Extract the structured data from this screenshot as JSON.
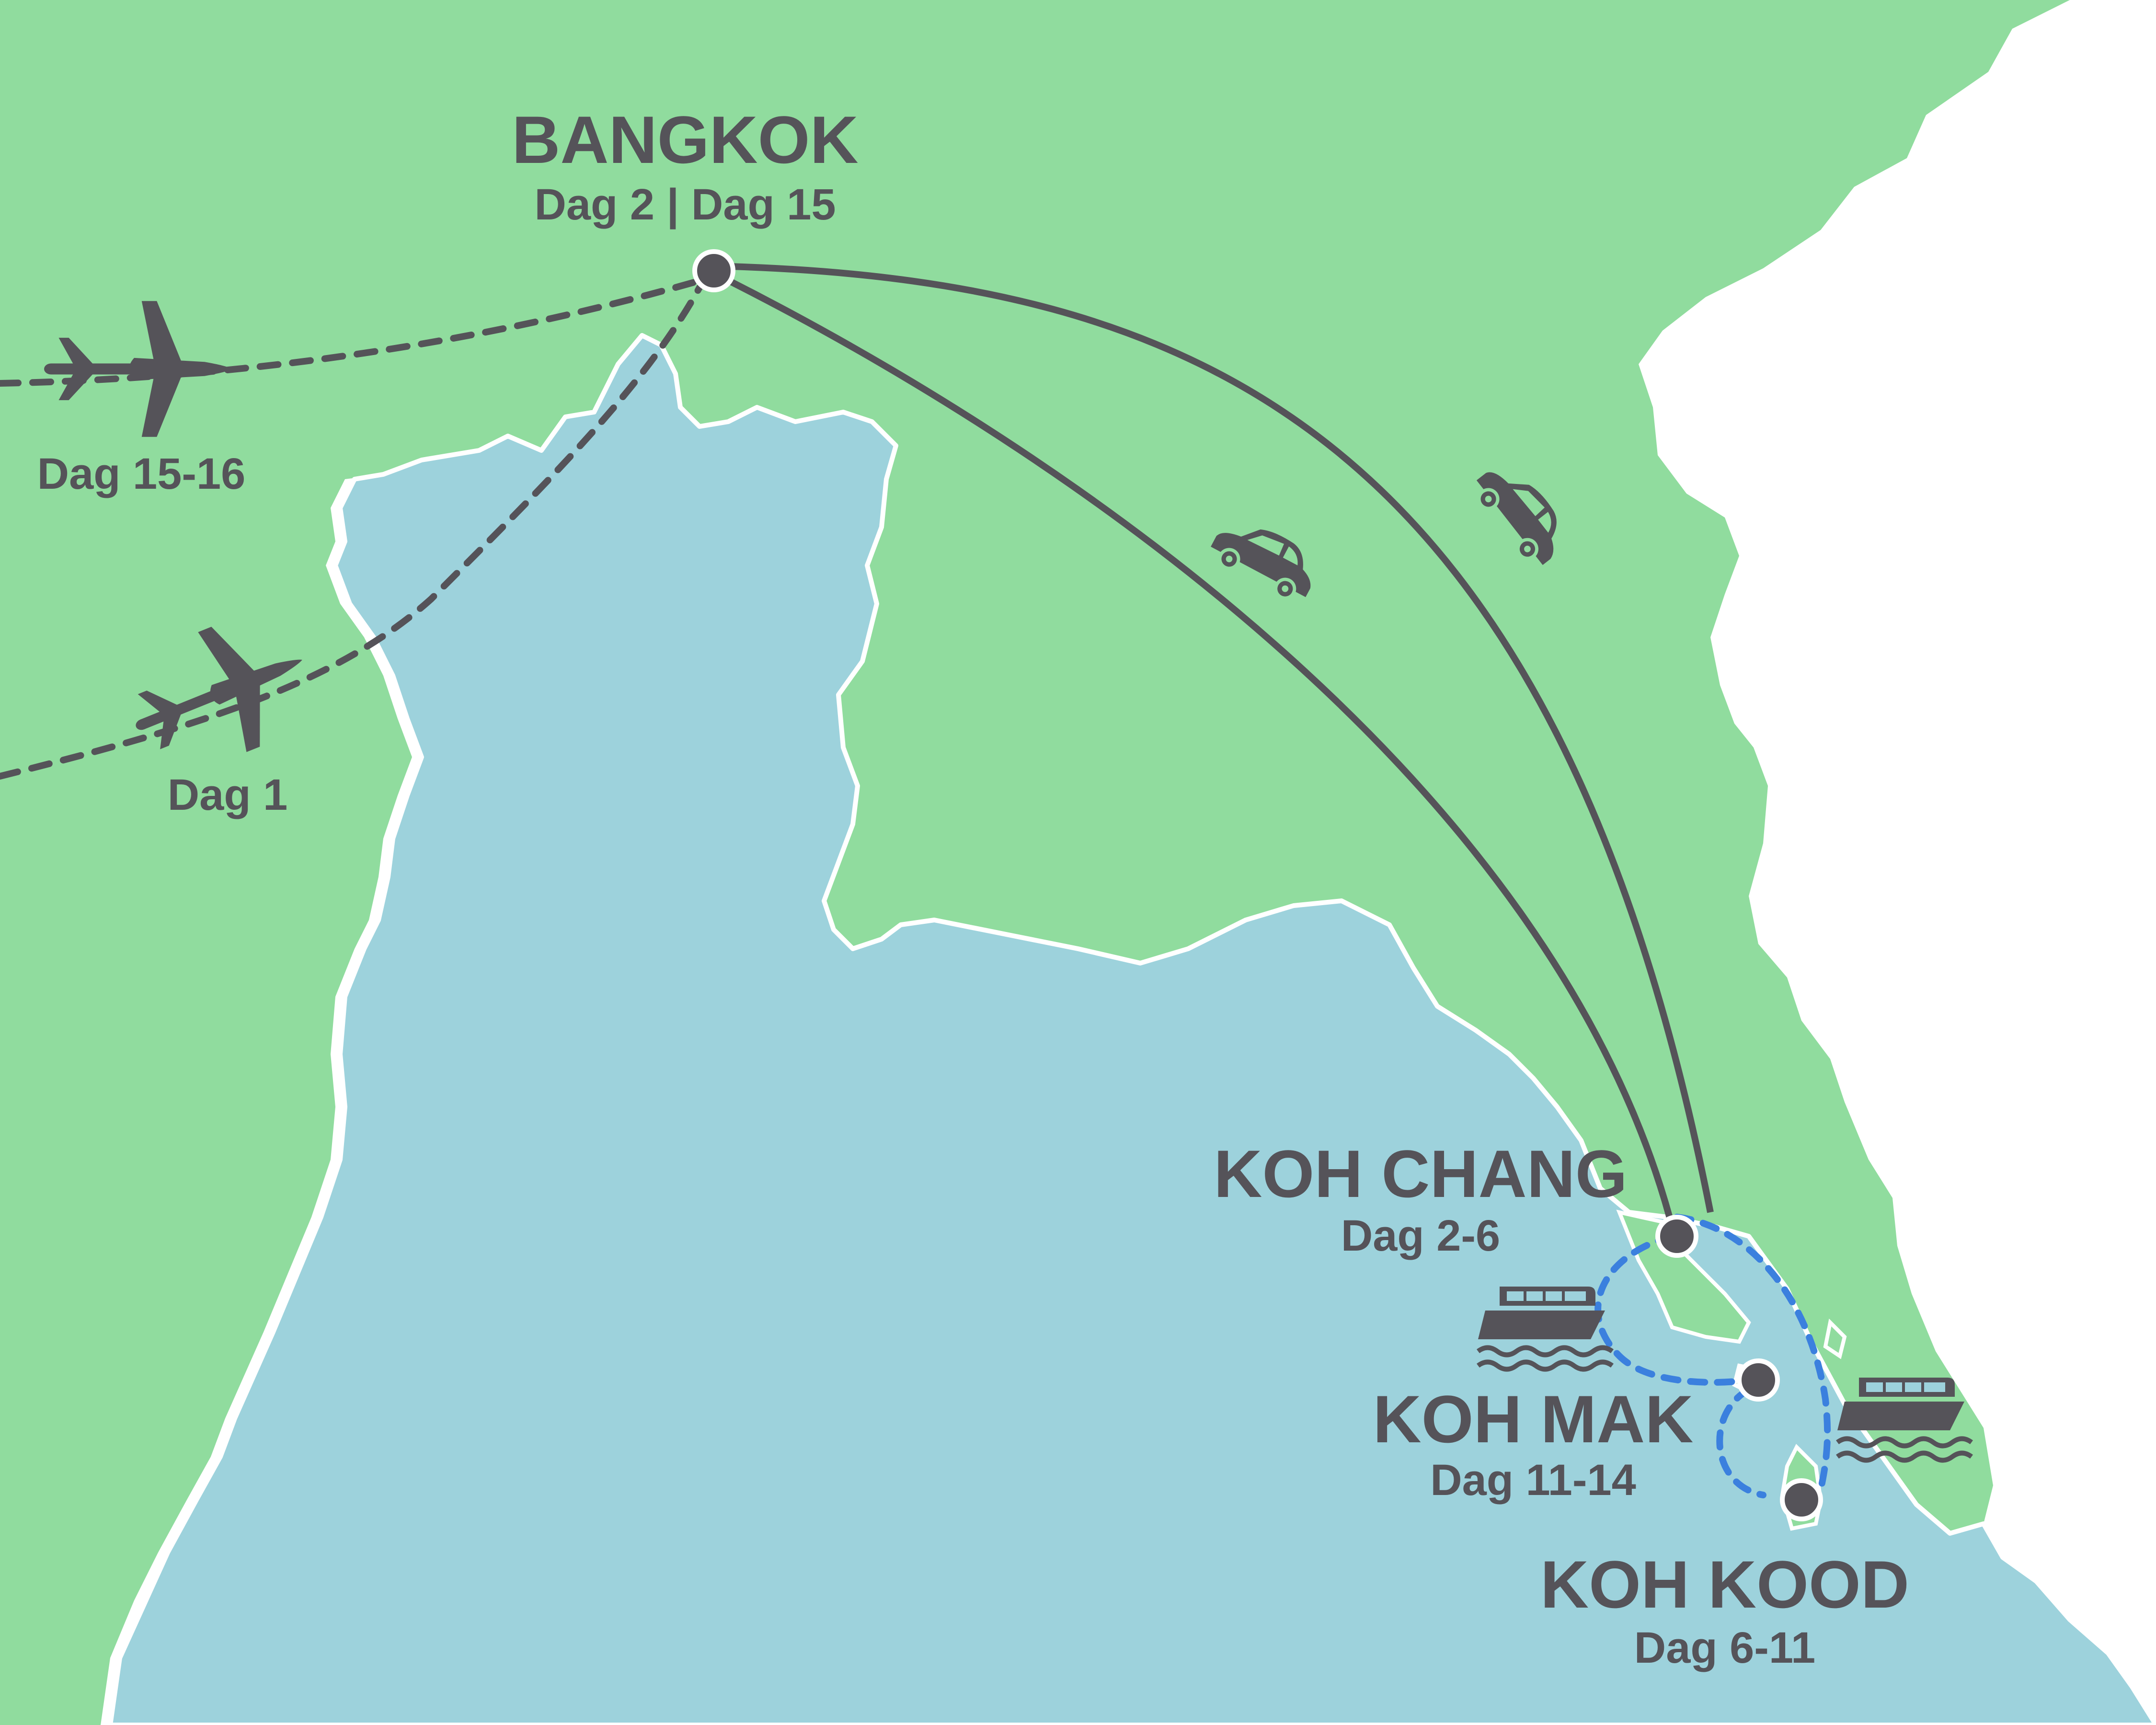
{
  "colors": {
    "land": "#90dc9e",
    "sea": "#9dd2dc",
    "background": "#ffffff",
    "route_land": "#555359",
    "route_boat": "#3b80de",
    "marker": "#555359",
    "text": "#555359"
  },
  "places": {
    "bangkok": {
      "name": "BANGKOK",
      "days": "Dag 2 | Dag 15"
    },
    "koh_chang": {
      "name": "KOH CHANG",
      "days": "Dag 2-6"
    },
    "koh_mak": {
      "name": "KOH MAK",
      "days": "Dag 11-14"
    },
    "koh_kood": {
      "name": "KOH KOOD",
      "days": "Dag 6-11"
    }
  },
  "flights": {
    "outbound": {
      "days": "Dag 1",
      "icon": "airplane-icon"
    },
    "return": {
      "days": "Dag 15-16",
      "icon": "airplane-icon"
    }
  },
  "transport_icons": [
    "car-icon",
    "car-icon",
    "boat-icon",
    "boat-icon"
  ]
}
